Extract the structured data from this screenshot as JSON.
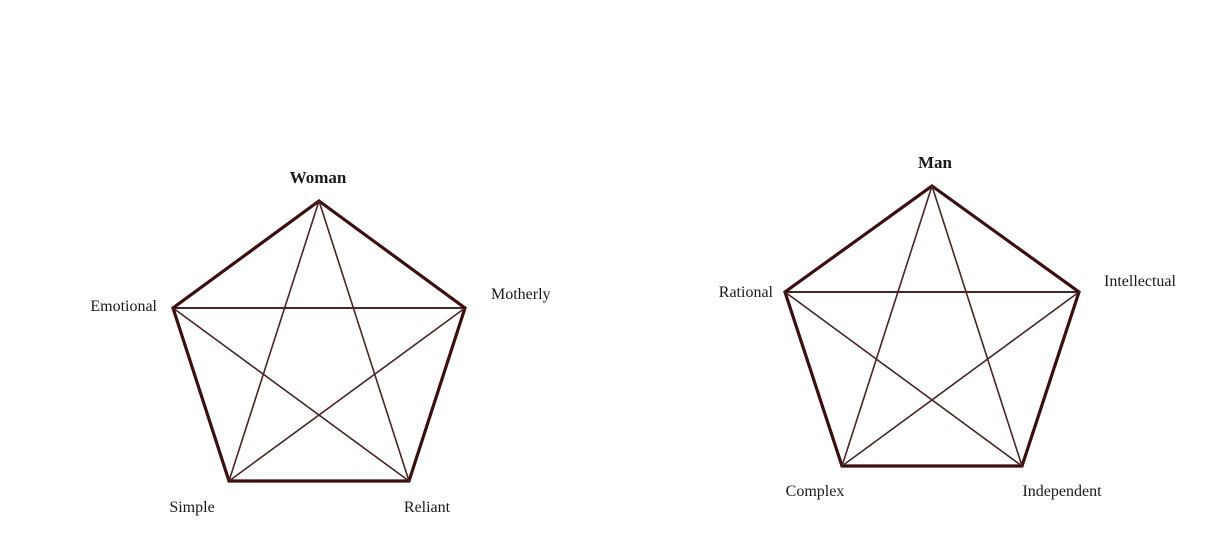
{
  "diagrams": [
    {
      "id": "woman",
      "title": "Woman",
      "vertices": {
        "top": "Woman",
        "right": "Motherly",
        "bottom_right": "Reliant",
        "bottom_left": "Simple",
        "left": "Emotional"
      },
      "colors": {
        "outline": "#3a0f0f",
        "chords": "#4a2525"
      }
    },
    {
      "id": "man",
      "title": "Man",
      "vertices": {
        "top": "Man",
        "right": "Intellectual",
        "bottom_right": "Independent",
        "bottom_left": "Complex",
        "left": "Rational"
      },
      "colors": {
        "outline": "#3a0f0f",
        "chords": "#4a2525"
      }
    }
  ]
}
